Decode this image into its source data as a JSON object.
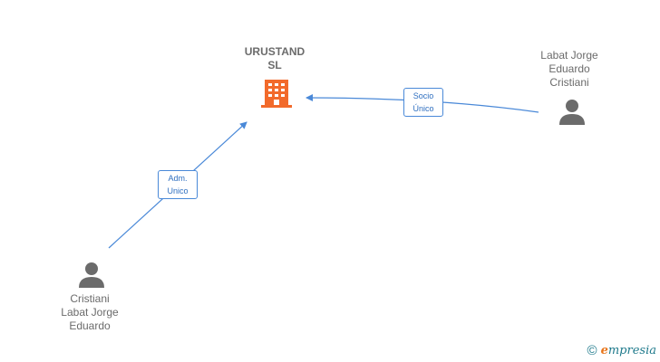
{
  "company": {
    "name": "URUSTAND\nSL",
    "icon": "building-icon",
    "color": "#f26a2b"
  },
  "people": [
    {
      "id": "p1",
      "name": "Labat Jorge\nEduardo\nCristiani",
      "icon": "person-icon"
    },
    {
      "id": "p2",
      "name": "Cristiani\nLabat Jorge\nEduardo",
      "icon": "person-icon"
    }
  ],
  "edges": [
    {
      "from": "p1",
      "to": "company",
      "label": "Socio\nÚnico"
    },
    {
      "from": "p2",
      "to": "company",
      "label": "Adm.\nUnico"
    }
  ],
  "colors": {
    "edge": "#4a89d8",
    "person": "#6b6b6b",
    "text": "#6b6b6b"
  },
  "footer": {
    "copyright_symbol": "©",
    "brand_initial": "e",
    "brand_rest": "mpresia"
  }
}
